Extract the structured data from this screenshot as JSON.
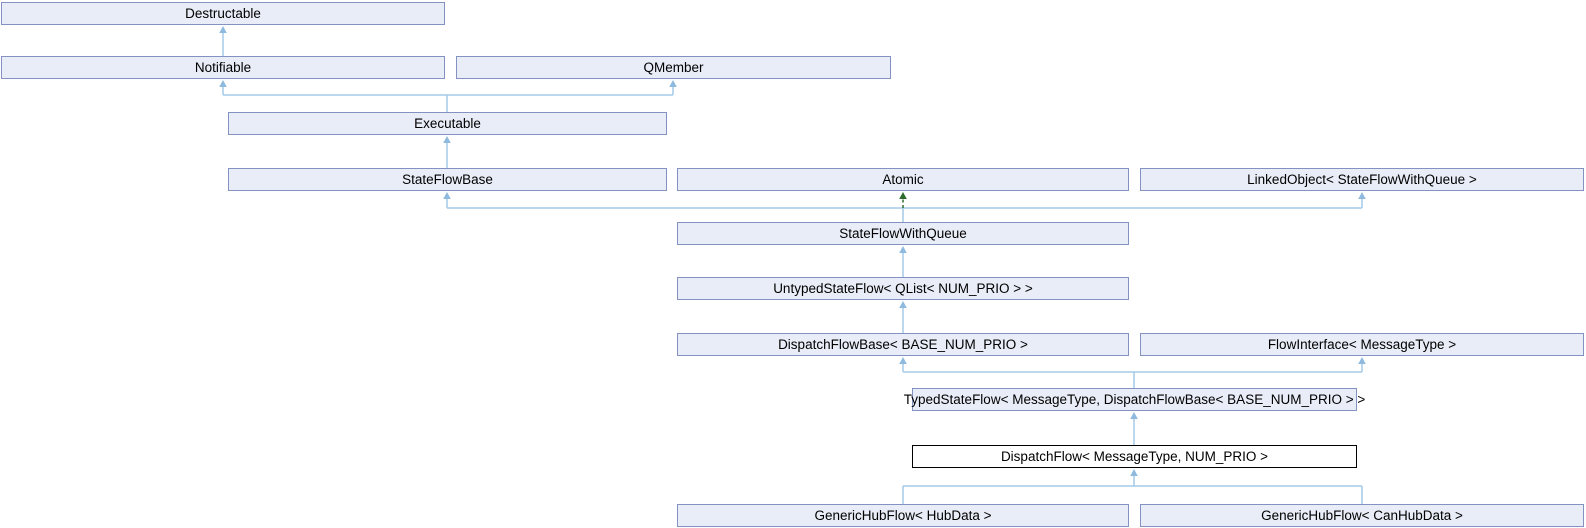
{
  "diagram": {
    "type": "class-inheritance-graph",
    "nodes": {
      "destructable": {
        "label": "Destructable"
      },
      "notifiable": {
        "label": "Notifiable"
      },
      "qmember": {
        "label": "QMember"
      },
      "executable": {
        "label": "Executable"
      },
      "stateflowbase": {
        "label": "StateFlowBase"
      },
      "atomic": {
        "label": "Atomic"
      },
      "linkedobject": {
        "label": "LinkedObject< StateFlowWithQueue >"
      },
      "stateflowwithqueue": {
        "label": "StateFlowWithQueue"
      },
      "untypedstateflow": {
        "label": "UntypedStateFlow< QList< NUM_PRIO > >"
      },
      "dispatchflowbase": {
        "label": "DispatchFlowBase< BASE_NUM_PRIO >"
      },
      "flowinterface": {
        "label": "FlowInterface< MessageType >"
      },
      "typedstateflow": {
        "label": "TypedStateFlow< MessageType, DispatchFlowBase< BASE_NUM_PRIO > >"
      },
      "dispatchflow": {
        "label": "DispatchFlow< MessageType, NUM_PRIO >",
        "is_main": true
      },
      "generichubflow_hubdata": {
        "label": "GenericHubFlow< HubData >"
      },
      "generichubflow_canhubdata": {
        "label": "GenericHubFlow< CanHubData >"
      }
    },
    "edges": [
      {
        "from": "Notifiable",
        "to": "Destructable",
        "access": "public"
      },
      {
        "from": "Executable",
        "to": "Notifiable",
        "access": "public"
      },
      {
        "from": "Executable",
        "to": "QMember",
        "access": "public"
      },
      {
        "from": "StateFlowBase",
        "to": "Executable",
        "access": "public"
      },
      {
        "from": "StateFlowWithQueue",
        "to": "StateFlowBase",
        "access": "public"
      },
      {
        "from": "StateFlowWithQueue",
        "to": "Atomic",
        "access": "protected"
      },
      {
        "from": "StateFlowWithQueue",
        "to": "LinkedObject< StateFlowWithQueue >",
        "access": "public"
      },
      {
        "from": "UntypedStateFlow< QList< NUM_PRIO > >",
        "to": "StateFlowWithQueue",
        "access": "public"
      },
      {
        "from": "DispatchFlowBase< BASE_NUM_PRIO >",
        "to": "UntypedStateFlow< QList< NUM_PRIO > >",
        "access": "public"
      },
      {
        "from": "TypedStateFlow< MessageType, DispatchFlowBase< BASE_NUM_PRIO > >",
        "to": "DispatchFlowBase< BASE_NUM_PRIO >",
        "access": "public"
      },
      {
        "from": "TypedStateFlow< MessageType, DispatchFlowBase< BASE_NUM_PRIO > >",
        "to": "FlowInterface< MessageType >",
        "access": "public"
      },
      {
        "from": "DispatchFlow< MessageType, NUM_PRIO >",
        "to": "TypedStateFlow< MessageType, DispatchFlowBase< BASE_NUM_PRIO > >",
        "access": "public"
      },
      {
        "from": "GenericHubFlow< HubData >",
        "to": "DispatchFlow< MessageType, NUM_PRIO >",
        "access": "public"
      },
      {
        "from": "GenericHubFlow< CanHubData >",
        "to": "DispatchFlow< MessageType, NUM_PRIO >",
        "access": "public"
      }
    ],
    "colors": {
      "background": "#FFFFFF",
      "node_fill": "#E8EDF7",
      "node_border": "#8491C3",
      "main_node_fill": "#FFFFFF",
      "main_node_border": "#000000",
      "edge_public": "#A4CAE8",
      "edge_protected": "#2D6B2D",
      "text": "#000000"
    }
  }
}
